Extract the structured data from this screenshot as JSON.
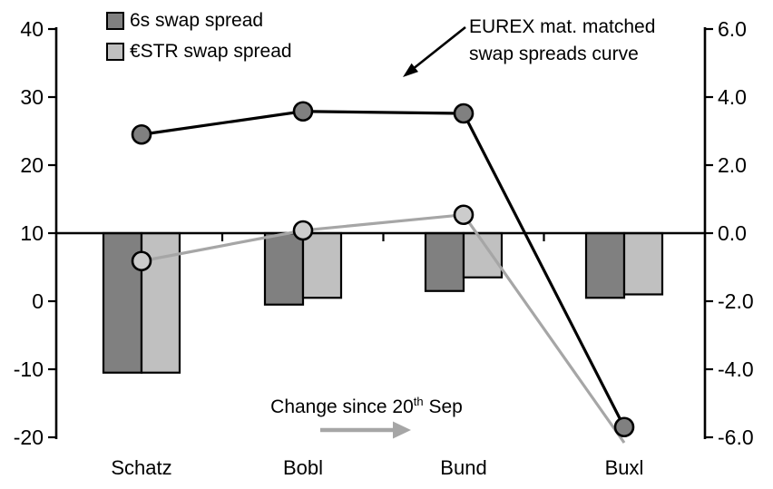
{
  "colors": {
    "bar_dark": "#808080",
    "bar_light": "#c0c0c0",
    "line_black": "#000000",
    "line_gray": "#a6a6a6",
    "marker_dark_fill": "#808080",
    "marker_light_fill": "#cccccc",
    "axis": "#000000",
    "background": "#ffffff"
  },
  "legend": {
    "items": [
      {
        "label": "6s swap spread",
        "swatch_color": "#808080"
      },
      {
        "label": "€STR swap spread",
        "swatch_color": "#c0c0c0"
      }
    ]
  },
  "annotations": {
    "eurex": {
      "line1": "EUREX mat. matched",
      "line2": "swap spreads curve"
    },
    "change": {
      "prefix": "Change since 20",
      "sup": "th",
      "suffix": " Sep"
    }
  },
  "chart_data": {
    "type": "combo (bar + line, dual axis)",
    "categories": [
      "Schatz",
      "Bobl",
      "Bund",
      "Buxl"
    ],
    "left_axis": {
      "tick_labels": [
        "40",
        "30",
        "20",
        "10",
        "0",
        "-10",
        "-20"
      ],
      "tick_values": [
        40,
        30,
        20,
        10,
        0,
        -10,
        -20
      ],
      "min": -20,
      "max": 40,
      "note": "lines plotted on this axis; left value 10 aligns with right value 0.0 (zero line)"
    },
    "right_axis": {
      "tick_labels": [
        "6.0",
        "4.0",
        "2.0",
        "0.0",
        "-2.0",
        "-4.0",
        "-6.0"
      ],
      "tick_values": [
        6.0,
        4.0,
        2.0,
        0.0,
        -2.0,
        -4.0,
        -6.0
      ],
      "min": -6.0,
      "max": 6.0,
      "note": "bars plotted on this axis from 0.0 baseline"
    },
    "bar_series": [
      {
        "name": "6s swap spread",
        "axis": "right",
        "color": "#808080",
        "values": [
          -4.1,
          -2.1,
          -1.7,
          -1.9
        ]
      },
      {
        "name": "€STR swap spread",
        "axis": "right",
        "color": "#c0c0c0",
        "values": [
          -4.1,
          -1.9,
          -1.3,
          -1.8
        ]
      }
    ],
    "line_series": [
      {
        "name": "€STR swap spread",
        "axis": "left",
        "color": "#a6a6a6",
        "marker_fill": "#cccccc",
        "values": [
          5.9,
          10.4,
          12.7,
          -20.8
        ],
        "marker_visible": [
          true,
          true,
          true,
          false
        ]
      },
      {
        "name": "6s swap spread",
        "axis": "left",
        "color": "#000000",
        "marker_fill": "#808080",
        "values": [
          24.5,
          27.9,
          27.6,
          -18.5
        ],
        "marker_visible": [
          true,
          true,
          true,
          true
        ]
      }
    ],
    "grid": "off",
    "legend_position": "top-left inside",
    "annotation_texts": [
      "EUREX mat. matched swap spreads curve",
      "Change since 20th Sep"
    ]
  }
}
